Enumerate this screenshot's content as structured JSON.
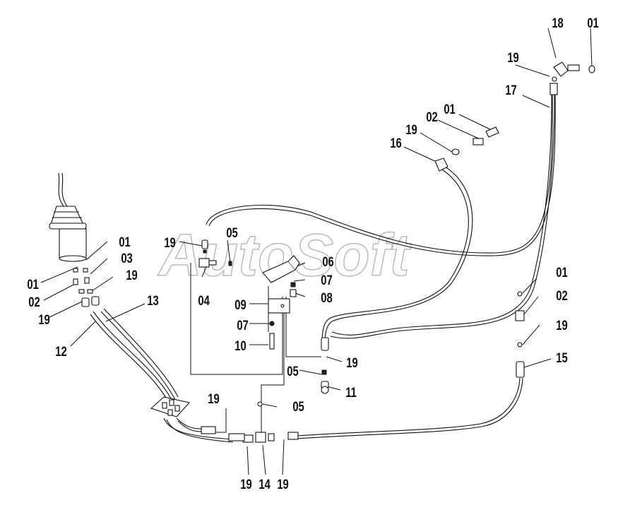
{
  "watermark": "AutoSoft",
  "callouts": {
    "c18": "18",
    "c01_tr": "01",
    "c19_tr": "19",
    "c17": "17",
    "c01_mid": "01",
    "c02_mid": "02",
    "c19_mid": "19",
    "c16": "16",
    "c01_l1": "01",
    "c03_l": "03",
    "c19_l1": "19",
    "c01_l2": "01",
    "c02_l": "02",
    "c19_l2": "19",
    "c13": "13",
    "c12": "12",
    "c19_tee": "19",
    "c04": "04",
    "c05_top": "05",
    "c06": "06",
    "c07_top": "07",
    "c08": "08",
    "c09": "09",
    "c07_low": "07",
    "c10": "10",
    "c19_valve": "19",
    "c05_valve": "05",
    "c11": "11",
    "c05_low": "05",
    "c01_r": "01",
    "c02_r": "02",
    "c19_r": "19",
    "c15": "15",
    "c19_plate": "19",
    "c19_bl": "19",
    "c14": "14",
    "c19_br": "19"
  }
}
